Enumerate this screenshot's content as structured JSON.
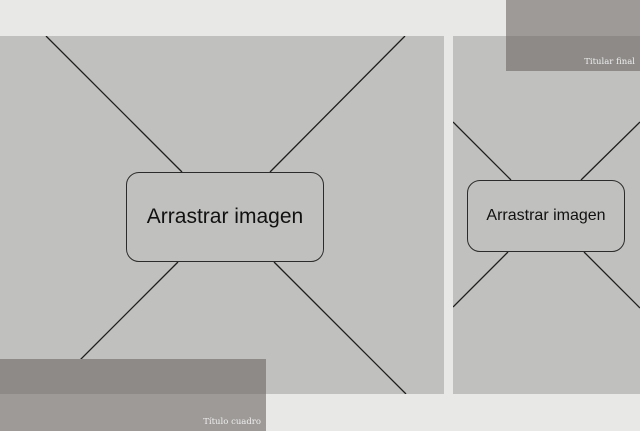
{
  "left_frame": {
    "drop_label": "Arrastrar imagen",
    "title": "Título cuadro"
  },
  "right_frame": {
    "drop_label": "Arrastrar imagen",
    "title": "Titular final"
  },
  "colors": {
    "background": "#e8e9e7",
    "placeholder": "#c0c1be",
    "title_block": "#9e9a98",
    "title_band": "#8d8a88",
    "line": "#1e1e1e"
  }
}
